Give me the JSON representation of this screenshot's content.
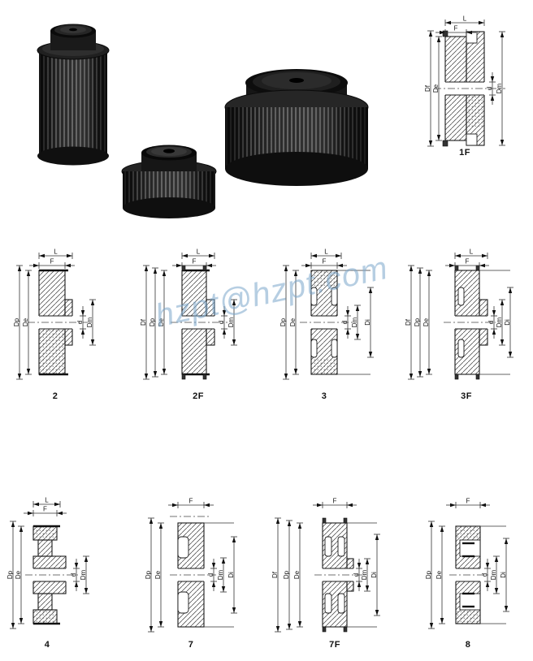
{
  "watermark": {
    "text": "hzpt@hzpt.com",
    "color": "#7aa6ca"
  },
  "figures": [
    {
      "id": "1F",
      "caption": "1F",
      "top": [
        "L",
        "F"
      ],
      "left": [
        "Df",
        "De"
      ],
      "right": [
        "d",
        "Dm"
      ]
    },
    {
      "id": "2",
      "caption": "2",
      "top": [
        "L",
        "F"
      ],
      "left": [
        "Dp",
        "De"
      ],
      "right": [
        "d",
        "Dm"
      ]
    },
    {
      "id": "2F",
      "caption": "2F",
      "top": [
        "L",
        "F"
      ],
      "left": [
        "Df",
        "Dp",
        "De"
      ],
      "right": [
        "d",
        "Dm"
      ]
    },
    {
      "id": "3",
      "caption": "3",
      "top": [
        "L",
        "F"
      ],
      "left": [
        "Dp",
        "De"
      ],
      "right": [
        "d",
        "Dm",
        "Di"
      ]
    },
    {
      "id": "3F",
      "caption": "3F",
      "top": [
        "L",
        "F"
      ],
      "left": [
        "Df",
        "Dp",
        "De"
      ],
      "right": [
        "d",
        "Dm",
        "Di"
      ]
    },
    {
      "id": "4",
      "caption": "4",
      "top": [
        "L",
        "F"
      ],
      "left": [
        "Dp",
        "De"
      ],
      "right": [
        "d",
        "Dm"
      ]
    },
    {
      "id": "7",
      "caption": "7",
      "top": [
        "F"
      ],
      "left": [
        "Dp",
        "De"
      ],
      "right": [
        "d",
        "Dm",
        "Di"
      ]
    },
    {
      "id": "7F",
      "caption": "7F",
      "top": [
        "F"
      ],
      "left": [
        "Df",
        "Dp",
        "De"
      ],
      "right": [
        "d",
        "Dm",
        "Di"
      ]
    },
    {
      "id": "8",
      "caption": "8",
      "top": [
        "F"
      ],
      "left": [
        "Dp",
        "De"
      ],
      "right": [
        "d",
        "Dm",
        "Di"
      ]
    }
  ]
}
